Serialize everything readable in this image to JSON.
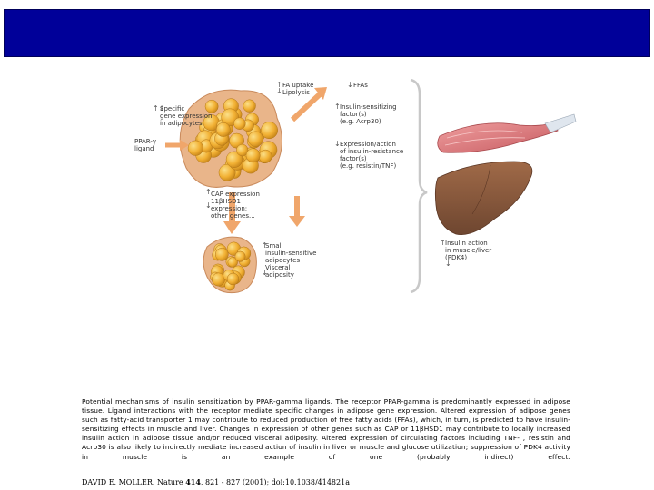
{
  "title": "",
  "diagram": {
    "labels": {
      "specific_gene_expression": "Specific\ngene expression\nin adipocytes",
      "ppar_ligand": "PPAR-γ\nligand",
      "fa_uptake": "FA uptake\nLipolysis",
      "ffas": "FFAs",
      "insulin_sensitizing": "Insulin-sensitizing\nfactor(s)\n(e.g. Acrp30)",
      "expression_action": "Expression/action\nof insulin-resistance\nfactor(s)\n(e.g. resistin/TNF)",
      "cap_expression": "CAP expression\n11βHSD1\nexpression;\nother genes...",
      "small_adipocytes": "Small\ninsulin-sensitive\nadipocytes\nVisceral\nadiposity",
      "insulin_action": "Insulin action\nin muscle/liver\n(PDK4)"
    },
    "colors": {
      "adipocyte": "#f2b134",
      "adipocyte_dark": "#c8861a",
      "matrix": "#e9b58a",
      "arrow": "#f0a66b",
      "muscle": "#d9767a",
      "liver": "#8a5a3e",
      "bracket": "#c8c8c8"
    }
  },
  "caption": "Potential mechanisms of insulin sensitization by PPAR-gamma ligands. The receptor PPAR-gamma is predominantly expressed in adipose tissue. Ligand interactions with the receptor mediate specific changes in adipose gene expression. Altered expression of adipose genes such as fatty-acid transporter 1 may contribute to reduced production of free fatty acids (FFAs), which, in turn, is predicted to have insulin-sensitizing effects in muscle and liver. Changes in expression of other genes such as CAP or 11βHSD1 may contribute to locally increased insulin action in adipose tissue and/or reduced visceral adiposity. Altered expression of circulating factors including TNF- , resistin and Acrp30 is also likely to indirectly mediate increased action of insulin in liver or muscle and glucose utilization; suppression of PDK4 activity in muscle is an example of one (probably indirect) effect.",
  "citation": {
    "author": "DAVID E. MOLLER. Nature ",
    "volume": "414",
    "rest": ", 821 - 827 (2001); doi:10.1038/414821a"
  }
}
